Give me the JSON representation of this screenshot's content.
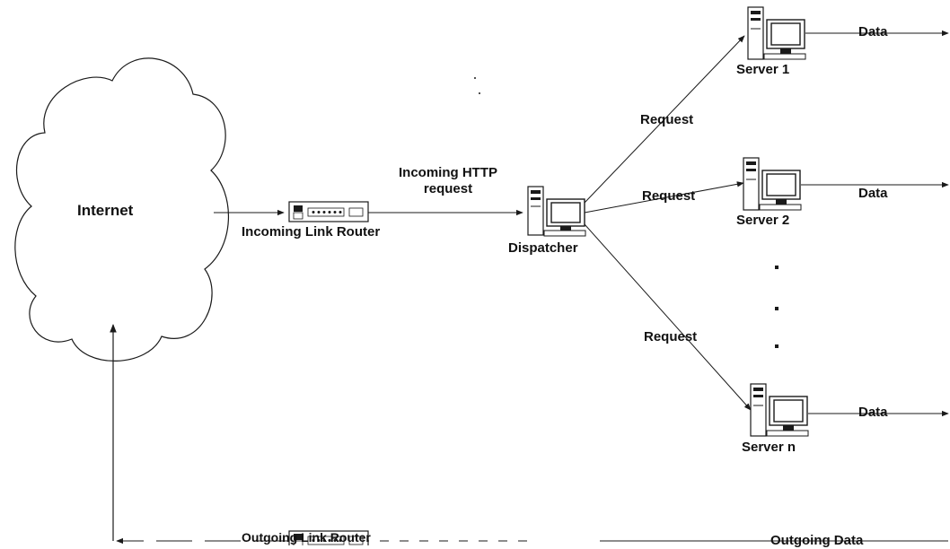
{
  "cloud": {
    "label": "Internet"
  },
  "incoming_router": {
    "label": "Incoming Link Router"
  },
  "outgoing_router": {
    "label": "Outgoing Link Router"
  },
  "incoming_request": {
    "line1": "Incoming HTTP",
    "line2": "request"
  },
  "dispatcher": {
    "label": "Dispatcher"
  },
  "servers": [
    {
      "label": "Server 1"
    },
    {
      "label": "Server 2"
    },
    {
      "label": "Server n"
    }
  ],
  "request_labels": [
    "Request",
    "Request",
    "Request"
  ],
  "data_labels": [
    "Data",
    "Data",
    "Data"
  ],
  "outgoing_data": {
    "label": "Outgoing Data"
  },
  "colors": {
    "line": "#1a1a1a",
    "screen": "#ffffff",
    "ink": "#111111"
  }
}
